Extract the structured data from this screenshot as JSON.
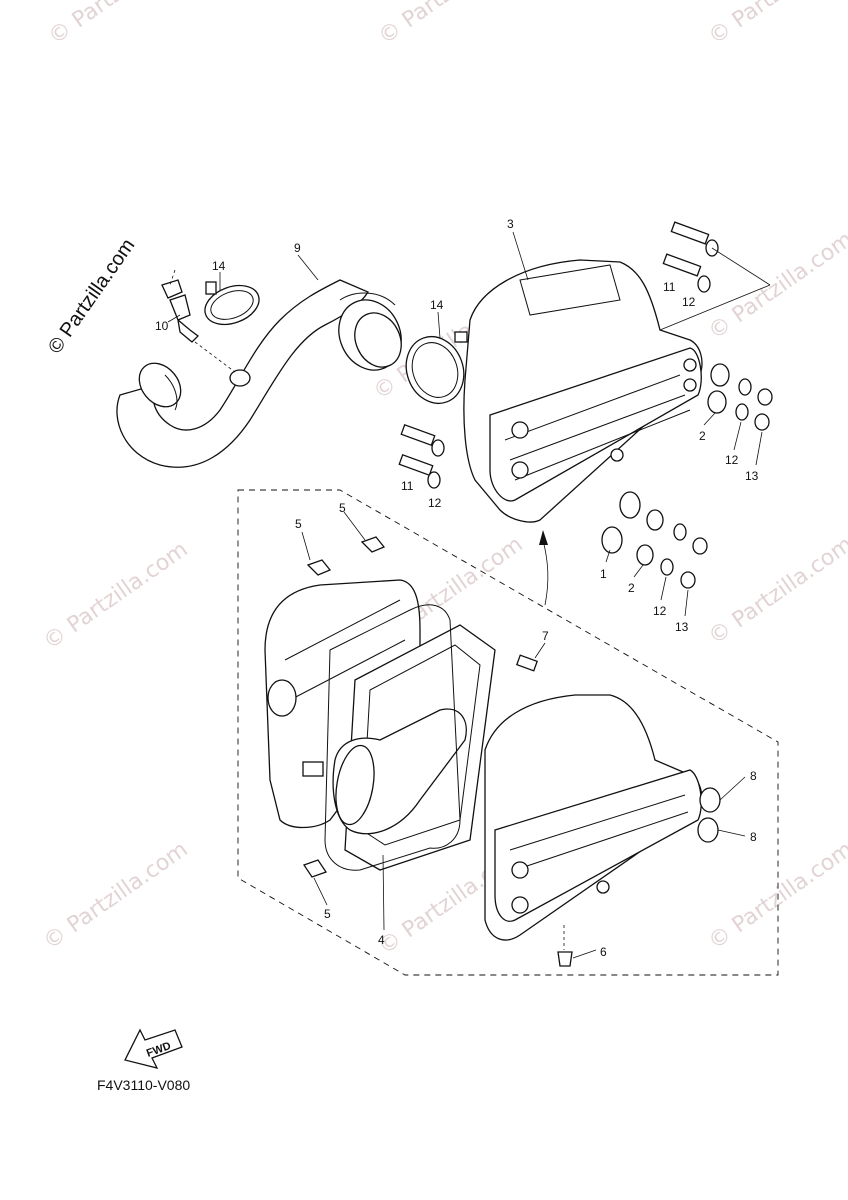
{
  "watermark": {
    "text": "© Partzilla.com",
    "color": "#e2d4d4"
  },
  "side_brand": "© Partzilla.com",
  "diagram_code": "F4V3110-V080",
  "fwd_label": "FWD",
  "callouts": [
    "1",
    "2",
    "2",
    "3",
    "4",
    "5",
    "5",
    "5",
    "6",
    "7",
    "8",
    "8",
    "9",
    "10",
    "11",
    "11",
    "12",
    "12",
    "12",
    "12",
    "13",
    "13",
    "14",
    "14"
  ]
}
